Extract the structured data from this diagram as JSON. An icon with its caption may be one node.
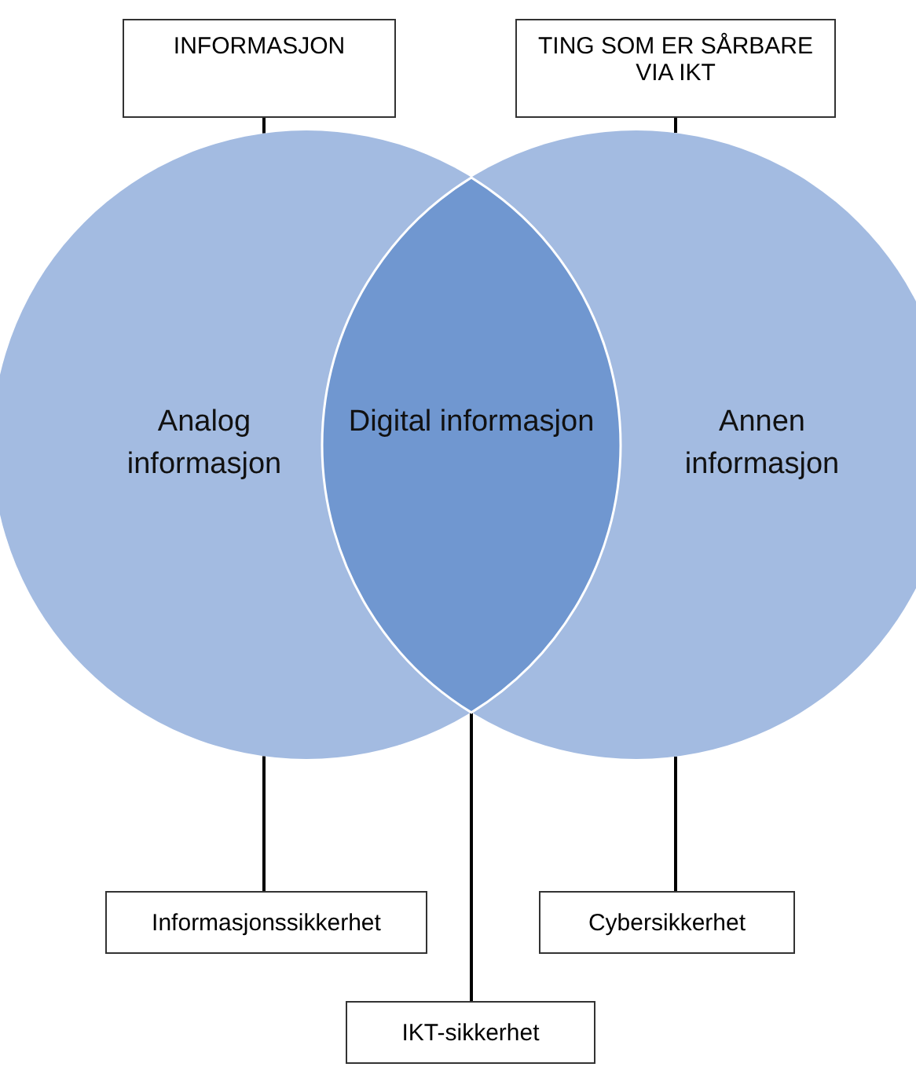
{
  "diagram": {
    "nodes": [
      {
        "text": [
          "INFORMASJON"
        ]
      },
      {
        "text": [
          "TING SOM ER SÅRBARE VIA IKT"
        ]
      },
      {
        "text": [
          "Analog informasjon"
        ]
      },
      {
        "text": [
          "Digital informasjon"
        ]
      },
      {
        "text": [
          "Annen informasjon"
        ]
      },
      {
        "text": [
          "Informasjonssikkerhet"
        ]
      },
      {
        "text": [
          "Cybersikkerhet"
        ]
      },
      {
        "text": [
          "IKT-sikkerhet"
        ]
      }
    ],
    "edges": [
      {
        "from": 0,
        "to": 2,
        "arrow": "none"
      },
      {
        "from": 1,
        "to": 4,
        "arrow": "none"
      },
      {
        "from": 2,
        "to": 5,
        "arrow": "none"
      },
      {
        "from": 4,
        "to": 6,
        "arrow": "none"
      },
      {
        "from": 3,
        "to": 7,
        "arrow": "none"
      }
    ]
  }
}
